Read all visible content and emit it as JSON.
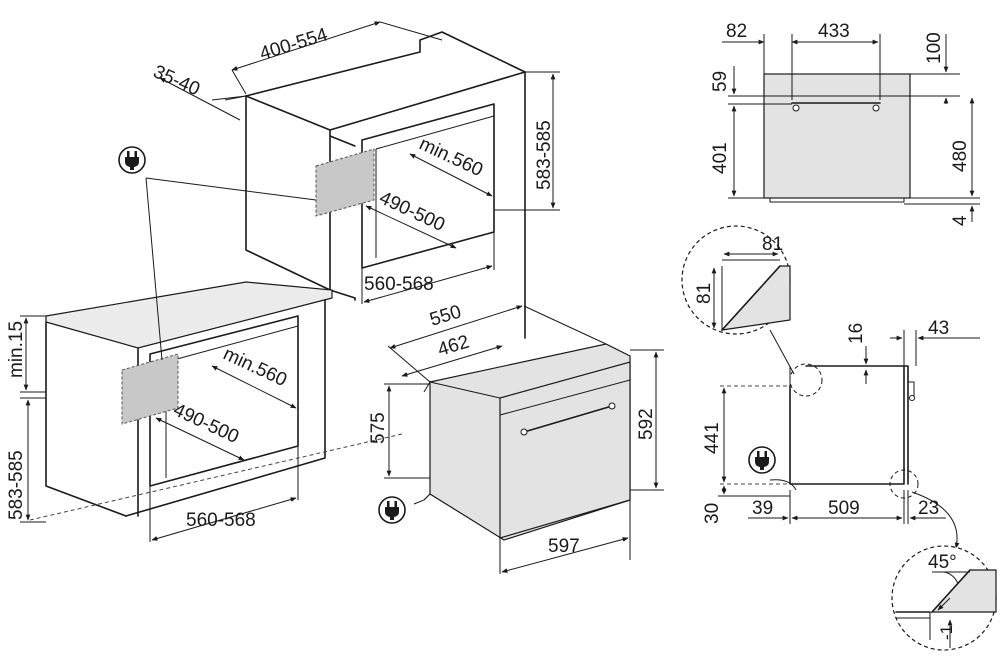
{
  "cabinet_dimensions": {
    "top_depth": "400-554",
    "top_gap": "35-40",
    "column_height": "583-585",
    "column_min_depth": "min.560",
    "column_opening_height": "490-500",
    "column_width": "560-568",
    "under_counter_gap": "min.15",
    "under_height": "583-585",
    "under_min_depth": "min.560",
    "under_opening_height": "490-500",
    "under_width": "560-568"
  },
  "oven_dimensions": {
    "depth_total": "550",
    "depth_body": "462",
    "body_height": "575",
    "front_height": "592",
    "front_width": "597"
  },
  "front_view_dimensions": {
    "left_offset": "82",
    "top_width": "433",
    "top_height": "100",
    "panel_height": "59",
    "cavity_height": "401",
    "overall_height": "480",
    "bottom_gap": "4"
  },
  "detail_a": {
    "width": "81",
    "height": "81"
  },
  "side_view_dimensions": {
    "top_offset": "16",
    "door_depth": "43",
    "height": "441",
    "base": "30",
    "rear": "39",
    "body_depth": "509",
    "front_gap": "23"
  },
  "detail_b": {
    "angle": "45°",
    "offset": "-1"
  },
  "icons": [
    "plug-icon",
    "plug-icon",
    "plug-icon",
    "plug-icon"
  ]
}
